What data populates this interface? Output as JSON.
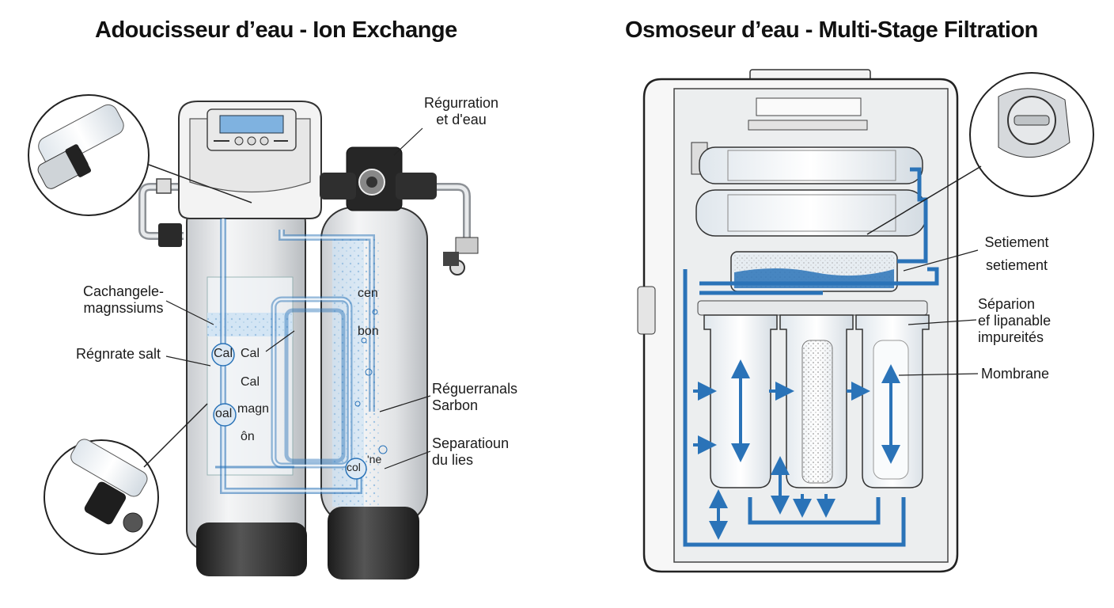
{
  "titles": {
    "softener": "Adoucisseur d’eau - Ion Exchange",
    "osmosis": "Osmoseur d’eau - Multi-Stage Filtration"
  },
  "softener": {
    "labels": {
      "regen_line1": "Régurration",
      "regen_line2": "et d'eau",
      "cachangele_line1": "Cachangele-",
      "cachangele_line2": "magnssiums",
      "regnrate": "Régnrate salt",
      "reguer_line1": "Réguerranals",
      "reguer_line2": "Sarbon",
      "separ_line1": "Separatioun",
      "separ_line2": "du lies"
    },
    "inner_text": {
      "cal_bubble_1": "Cal",
      "cal_1": "Cal",
      "cal_2": "Cal",
      "oal_bubble": "oal",
      "magn": "magn",
      "on": "ôn",
      "cen": "cen",
      "bon": "bon",
      "col_bubble": "col",
      "ne": "'ne"
    }
  },
  "osmosis": {
    "labels": {
      "setiement_1": "Setiement",
      "setiement_2": "setiement",
      "separ_line1": "Séparion",
      "separ_line2": "ef lipanable",
      "separ_line3": "impureités",
      "membrane": "Mombrane"
    }
  },
  "colors": {
    "water_blue": "#2a73b8",
    "light_blue": "#cfe3f4",
    "lcd_blue": "#7fb2e0",
    "outline": "#333333"
  }
}
